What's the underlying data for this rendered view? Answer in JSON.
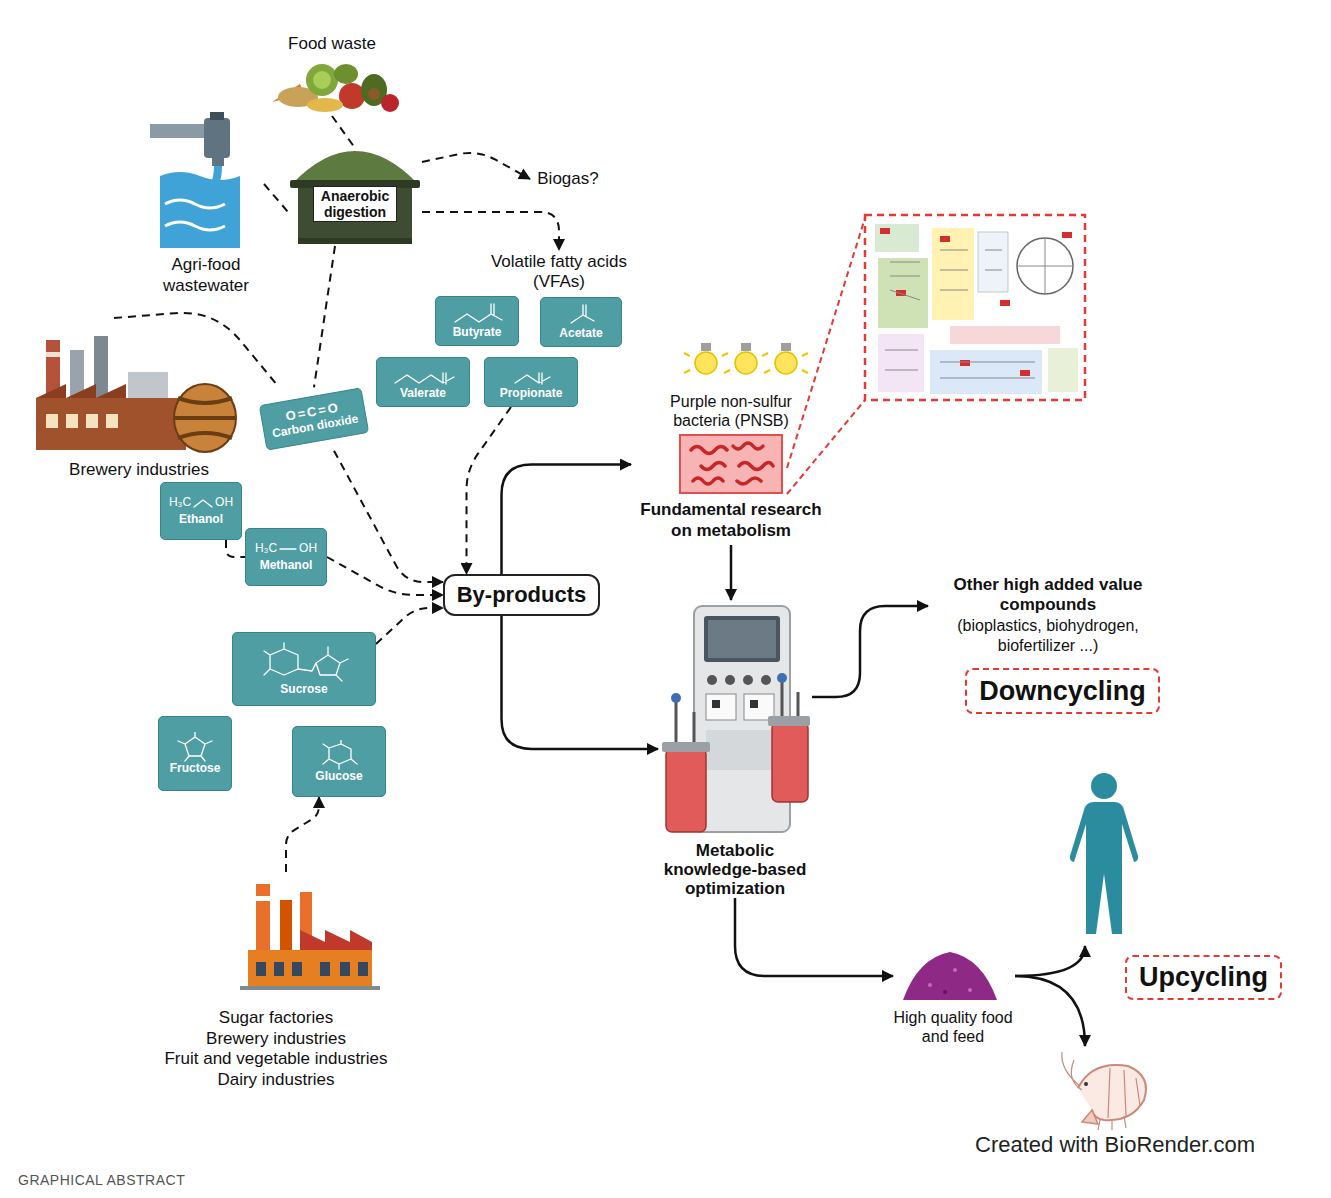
{
  "diagram": {
    "caption": "GRAPHICAL ABSTRACT",
    "nodes": [
      {
        "text": [
          "Food waste"
        ]
      },
      {
        "text": [
          "Anaerobic digestion"
        ]
      },
      {
        "text": [
          "Biogas?"
        ]
      },
      {
        "text": [
          "Agri-food wastewater"
        ]
      },
      {
        "text": [
          "Volatile fatty acids (VFAs)"
        ]
      },
      {
        "text": [
          "Butyrate"
        ]
      },
      {
        "text": [
          "Acetate"
        ]
      },
      {
        "text": [
          "Valerate"
        ]
      },
      {
        "text": [
          "Propionate"
        ]
      },
      {
        "text": [
          "Brewery industries"
        ]
      },
      {
        "text": [
          "O=C=O",
          "Carbon dioxide"
        ]
      },
      {
        "text": [
          "H₃C",
          "OH",
          "Ethanol"
        ]
      },
      {
        "text": [
          "H₃C",
          "OH",
          "Methanol"
        ]
      },
      {
        "text": [
          "By-products"
        ]
      },
      {
        "text": [
          "Sucrose"
        ]
      },
      {
        "text": [
          "Fructose"
        ]
      },
      {
        "text": [
          "Glucose"
        ]
      },
      {
        "text": [
          "Sugar factories",
          "Brewery industries",
          "Fruit and vegetable industries",
          "Dairy industries"
        ]
      },
      {
        "text": [
          "Purple non-sulfur bacteria (PNSB)",
          "Fundamental research on metabolism"
        ]
      },
      {
        "text": [
          "Metabolic knowledge-based optimization"
        ]
      },
      {
        "text": [
          "Other high added value compounds",
          "(bioplastics, biohydrogen, biofertilizer ...)"
        ]
      },
      {
        "text": [
          "Downcycling"
        ]
      },
      {
        "text": [
          "High quality food and feed"
        ]
      },
      {
        "text": [
          "Upcycling"
        ]
      }
    ],
    "edges": [
      {
        "from": 0,
        "to": 1,
        "arrow": "none"
      },
      {
        "from": 3,
        "to": 1,
        "arrow": "none"
      },
      {
        "from": 1,
        "to": 2,
        "arrow": "to"
      },
      {
        "from": 1,
        "to": 4,
        "arrow": "to"
      },
      {
        "from": 1,
        "to": 10,
        "arrow": "none"
      },
      {
        "from": 9,
        "to": 10,
        "arrow": "none"
      },
      {
        "from": 10,
        "to": 13,
        "arrow": "to"
      },
      {
        "from": 8,
        "to": 13,
        "arrow": "to"
      },
      {
        "from": 11,
        "to": 12,
        "arrow": "none"
      },
      {
        "from": 12,
        "to": 13,
        "arrow": "to"
      },
      {
        "from": 14,
        "to": 13,
        "arrow": "to"
      },
      {
        "from": 17,
        "to": 16,
        "arrow": "to"
      },
      {
        "from": 13,
        "to": 18,
        "arrow": "to"
      },
      {
        "from": 13,
        "to": 19,
        "arrow": "to"
      },
      {
        "from": 18,
        "to": 19,
        "arrow": "to"
      },
      {
        "from": 19,
        "to": 20,
        "arrow": "to"
      },
      {
        "from": 19,
        "to": 22,
        "arrow": "to"
      }
    ],
    "labels": [
      "Created with BioRender.com"
    ]
  }
}
